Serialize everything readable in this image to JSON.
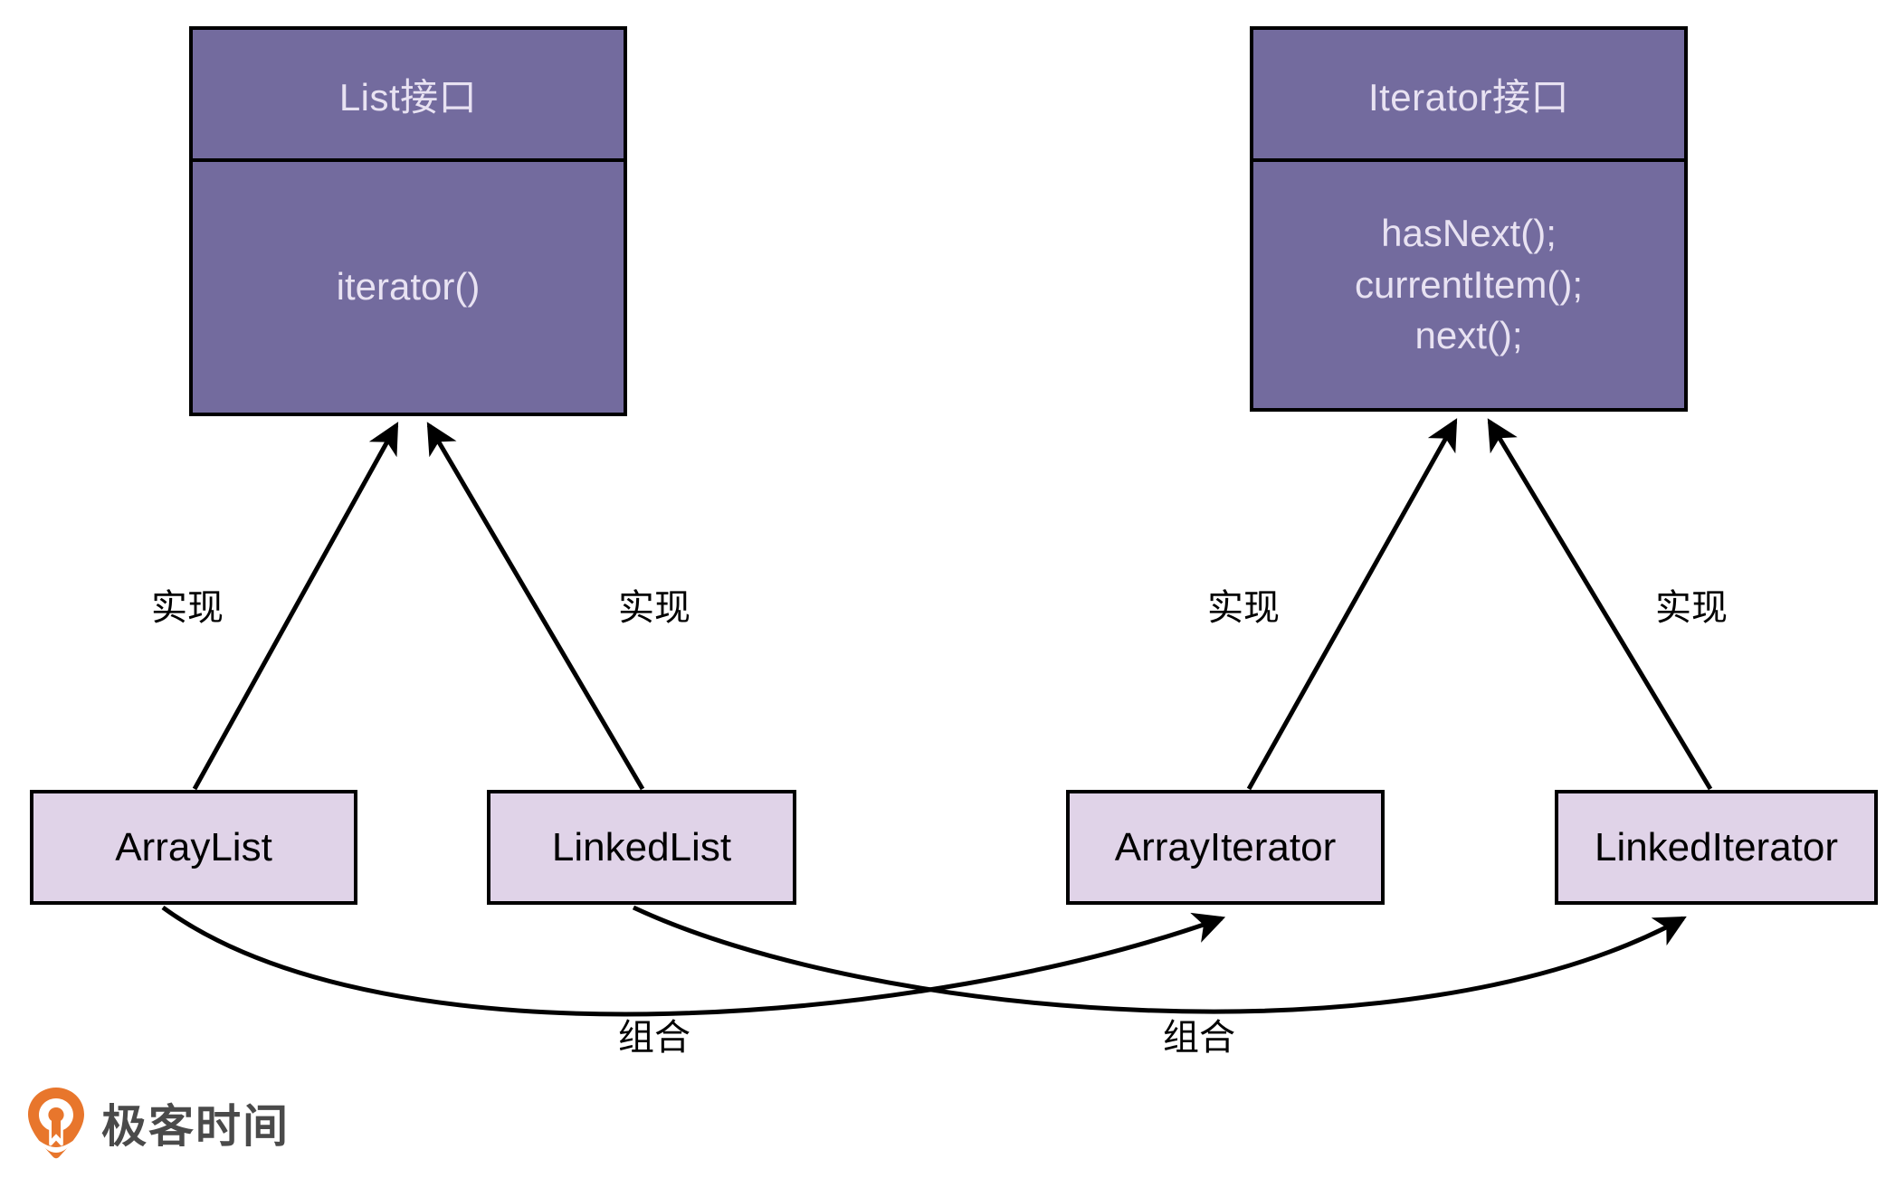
{
  "diagram": {
    "title": "Iterator Pattern UML Class Diagram",
    "colors": {
      "interface_fill": "#736b9e",
      "interface_text": "#e8e2f2",
      "class_fill": "#e0d3e8",
      "class_text": "#000000",
      "stroke": "#000000",
      "logo_orange": "#e8762c",
      "logo_text": "#4a4a4a"
    },
    "interfaces": [
      {
        "id": "list",
        "title": "List接口",
        "methods": [
          "iterator()"
        ]
      },
      {
        "id": "iterator",
        "title": "Iterator接口",
        "methods": [
          "hasNext();",
          "currentItem();",
          "next();"
        ]
      }
    ],
    "classes": [
      {
        "id": "arraylist",
        "name": "ArrayList"
      },
      {
        "id": "linkedlist",
        "name": "LinkedList"
      },
      {
        "id": "arrayiterator",
        "name": "ArrayIterator"
      },
      {
        "id": "linkediterator",
        "name": "LinkedIterator"
      }
    ],
    "relations": [
      {
        "id": "r1",
        "from": "ArrayList",
        "to": "List接口",
        "label": "实现",
        "kind": "realization"
      },
      {
        "id": "r2",
        "from": "LinkedList",
        "to": "List接口",
        "label": "实现",
        "kind": "realization"
      },
      {
        "id": "r3",
        "from": "ArrayIterator",
        "to": "Iterator接口",
        "label": "实现",
        "kind": "realization"
      },
      {
        "id": "r4",
        "from": "LinkedIterator",
        "to": "Iterator接口",
        "label": "实现",
        "kind": "realization"
      },
      {
        "id": "r5",
        "from": "ArrayList",
        "to": "ArrayIterator",
        "label": "组合",
        "kind": "composition"
      },
      {
        "id": "r6",
        "from": "LinkedList",
        "to": "LinkedIterator",
        "label": "组合",
        "kind": "composition"
      }
    ]
  },
  "logo": {
    "wordmark": "极客时间",
    "icon": "location-pin-icon"
  }
}
